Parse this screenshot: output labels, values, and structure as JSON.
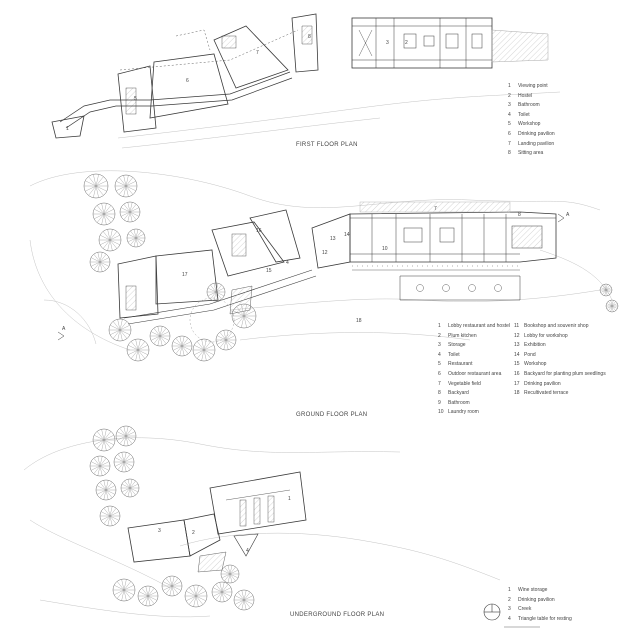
{
  "plans": {
    "first": {
      "title": "FIRST FLOOR PLAN",
      "legend": [
        {
          "n": "1",
          "label": "Viewing point"
        },
        {
          "n": "2",
          "label": "Hostel"
        },
        {
          "n": "3",
          "label": "Bathroom"
        },
        {
          "n": "4",
          "label": "Toilet"
        },
        {
          "n": "5",
          "label": "Workshop"
        },
        {
          "n": "6",
          "label": "Drinking pavilion"
        },
        {
          "n": "7",
          "label": "Landing pavilion"
        },
        {
          "n": "8",
          "label": "Sitting area"
        }
      ],
      "room_tags": [
        "1",
        "2",
        "3",
        "5",
        "6",
        "7",
        "8"
      ]
    },
    "ground": {
      "title": "GROUND FLOOR PLAN",
      "legend": [
        {
          "n": "1",
          "label": "Lobby restaurant and hostel"
        },
        {
          "n": "2",
          "label": "Plum kitchen"
        },
        {
          "n": "3",
          "label": "Storage"
        },
        {
          "n": "4",
          "label": "Toilet"
        },
        {
          "n": "5",
          "label": "Restaurant"
        },
        {
          "n": "6",
          "label": "Outdoor restaurant area"
        },
        {
          "n": "7",
          "label": "Vegetable field"
        },
        {
          "n": "8",
          "label": "Backyard"
        },
        {
          "n": "9",
          "label": "Bathroom"
        },
        {
          "n": "10",
          "label": "Laundry room"
        },
        {
          "n": "11",
          "label": "Bookshop and souvenir shop"
        },
        {
          "n": "12",
          "label": "Lobby for workshop"
        },
        {
          "n": "13",
          "label": "Exhibition"
        },
        {
          "n": "14",
          "label": "Pond"
        },
        {
          "n": "15",
          "label": "Workshop"
        },
        {
          "n": "16",
          "label": "Backyard for planting plum seedlings"
        },
        {
          "n": "17",
          "label": "Drinking pavilion"
        },
        {
          "n": "18",
          "label": "Recultivated terrace"
        }
      ],
      "room_tags": [
        "16",
        "17",
        "15",
        "13",
        "12",
        "14",
        "10",
        "7",
        "8",
        "18",
        "4"
      ],
      "section_mark": "A"
    },
    "underground": {
      "title": "UNDERGROUND FLOOR PLAN",
      "legend": [
        {
          "n": "1",
          "label": "Wine storage"
        },
        {
          "n": "2",
          "label": "Drinking pavilion"
        },
        {
          "n": "3",
          "label": "Creek"
        },
        {
          "n": "4",
          "label": "Triangle table for resting"
        }
      ],
      "room_tags": [
        "1",
        "2",
        "3",
        "4"
      ]
    }
  },
  "colors": {
    "line": "#3a3a3a",
    "light": "#a8a8a8",
    "hatch": "#b8b8b8"
  }
}
